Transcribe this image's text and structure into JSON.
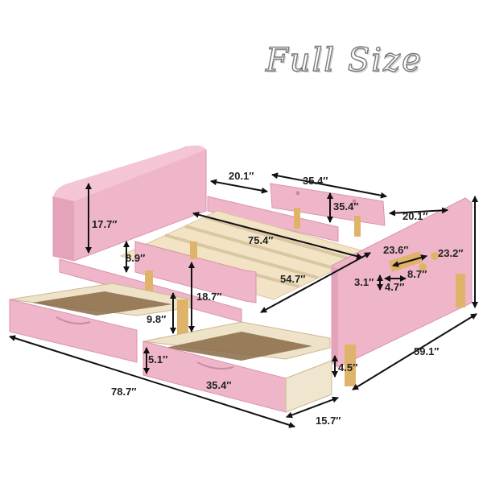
{
  "title": "Full Size",
  "colors": {
    "pink": "#efb6c9",
    "pink_dark": "#d993ad",
    "wood": "#e0b36a",
    "slat": "#f2e3c4",
    "drawer_inner": "#eee3c8",
    "drawer_floor": "#8a6a46",
    "line": "#111111"
  },
  "dimensions": {
    "headboard_width": "20.1″",
    "side_rail_length": "35.4″",
    "side_rail_height": "35.4″",
    "footboard_width": "20.1″",
    "headboard_height": "17.7″",
    "slat_length": "75.4″",
    "rail_height": "8.9″",
    "mattress_width": "54.7″",
    "guard_width": "23.6″",
    "guard_height": "23.2″",
    "guard_slot": "8.7″",
    "guard_post": "3.1″",
    "guard_offset": "4.7″",
    "bed_height": "18.7″",
    "drawer_height": "9.8″",
    "drawer_depth_inner": "5.1″",
    "drawer_length": "35.4″",
    "drawer_side": "4.5″",
    "overall_length": "78.7″",
    "drawer_width": "15.7″",
    "overall_width": "59.1″"
  }
}
